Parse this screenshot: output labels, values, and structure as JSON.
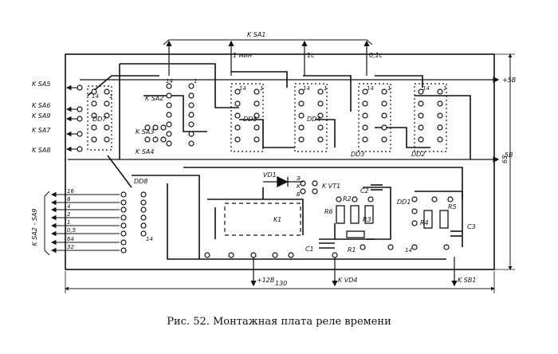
{
  "caption": "Рис. 52. Монтажная плата реле времени",
  "top_bus_label": "K SA1",
  "top_terminals": [
    "1 мин",
    "1с",
    "0,1с"
  ],
  "left_terminals": [
    "K SA5",
    "K SA6",
    "K SA9",
    "K SA7",
    "K SA8"
  ],
  "power": {
    "plus": "+5В",
    "minus": "-5В"
  },
  "bottom_terminals": [
    "+12В",
    "K VD4",
    "K SB1"
  ],
  "left_bus_label": "K SA2 - SA9",
  "left_bus_values": [
    "16",
    "8",
    "4",
    "2",
    "1",
    "0,5",
    "64",
    "32"
  ],
  "internal_labels": {
    "ksa2": "K SA2",
    "ksa3": "K SA3",
    "ksa4": "K SA4",
    "dd2": "DD2",
    "dd3": "DD3",
    "dd4": "DD4",
    "dd5": "DD5",
    "dd7": "DD7",
    "dd8": "DD8",
    "dd1": "DD1",
    "vd1": "VD1",
    "kvt1": "K VT1",
    "k1": "K1",
    "c1": "C1",
    "c2": "C2",
    "c3": "C3",
    "r1": "R1",
    "r2": "R2",
    "r3": "R3",
    "r4": "R4",
    "r5": "R5",
    "r6": "R6",
    "pin_e": "Э",
    "pin_k": "К",
    "pin_b": "Б"
  },
  "chip_pins": {
    "p14": "14",
    "p1": "1"
  },
  "dimensions": {
    "width": "130",
    "height": "65"
  }
}
